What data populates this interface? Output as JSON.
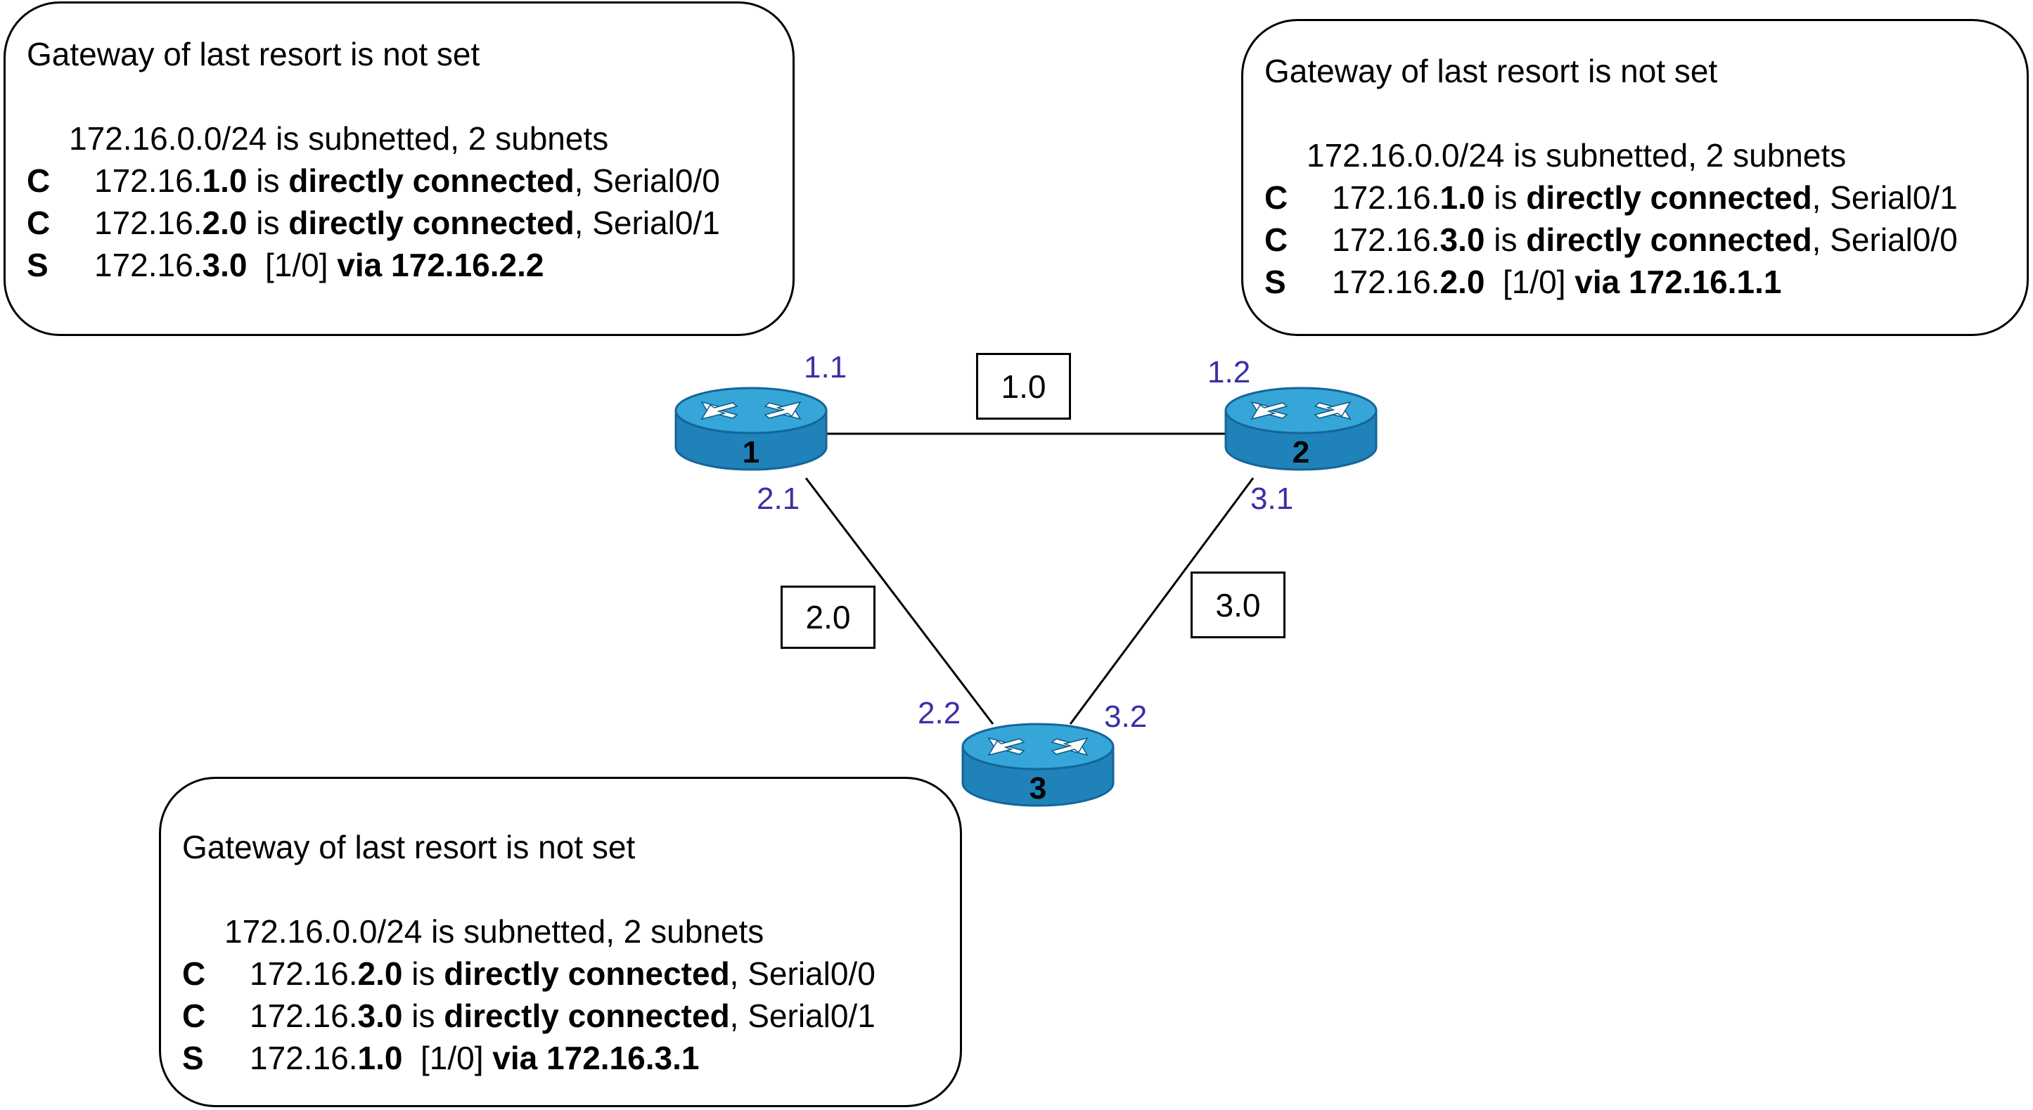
{
  "panels": [
    {
      "gateway": "Gateway of last resort is not set",
      "summary": "172.16.0.0/24 is subnetted, 2 subnets",
      "routes": [
        {
          "code": "C",
          "pre": "172.16.",
          "net": "1.0",
          "mid": " is ",
          "kind": "directly connected",
          "suffix": ", Serial0/0"
        },
        {
          "code": "C",
          "pre": "172.16.",
          "net": "2.0",
          "mid": " is ",
          "kind": "directly connected",
          "suffix": ", Serial0/1"
        },
        {
          "code": "S",
          "pre": "172.16.",
          "net": "3.0",
          "mid": "  [1/0] ",
          "kind": "via 172.16.2.2",
          "suffix": ""
        }
      ]
    },
    {
      "gateway": "Gateway of last resort is not set",
      "summary": "172.16.0.0/24 is subnetted, 2 subnets",
      "routes": [
        {
          "code": "C",
          "pre": "172.16.",
          "net": "1.0",
          "mid": " is ",
          "kind": "directly connected",
          "suffix": ", Serial0/1"
        },
        {
          "code": "C",
          "pre": "172.16.",
          "net": "3.0",
          "mid": " is ",
          "kind": "directly connected",
          "suffix": ", Serial0/0"
        },
        {
          "code": "S",
          "pre": "172.16.",
          "net": "2.0",
          "mid": "  [1/0] ",
          "kind": "via 172.16.1.1",
          "suffix": ""
        }
      ]
    },
    {
      "gateway": "Gateway of last resort is not set",
      "summary": "172.16.0.0/24 is subnetted, 2 subnets",
      "routes": [
        {
          "code": "C",
          "pre": "172.16.",
          "net": "2.0",
          "mid": " is ",
          "kind": "directly connected",
          "suffix": ", Serial0/0"
        },
        {
          "code": "C",
          "pre": "172.16.",
          "net": "3.0",
          "mid": " is ",
          "kind": "directly connected",
          "suffix": ", Serial0/1"
        },
        {
          "code": "S",
          "pre": "172.16.",
          "net": "1.0",
          "mid": "  [1/0] ",
          "kind": "via 172.16.3.1",
          "suffix": ""
        }
      ]
    }
  ],
  "routers": [
    {
      "label": "1"
    },
    {
      "label": "2"
    },
    {
      "label": "3"
    }
  ],
  "networks": [
    "1.0",
    "2.0",
    "3.0"
  ],
  "interfaces": [
    "1.1",
    "1.2",
    "2.1",
    "3.1",
    "2.2",
    "3.2"
  ],
  "colors": {
    "interface_text": "#3a2fa6",
    "router_top": "#36a6d8",
    "router_side": "#1f82b8",
    "router_edge": "#14659a"
  }
}
